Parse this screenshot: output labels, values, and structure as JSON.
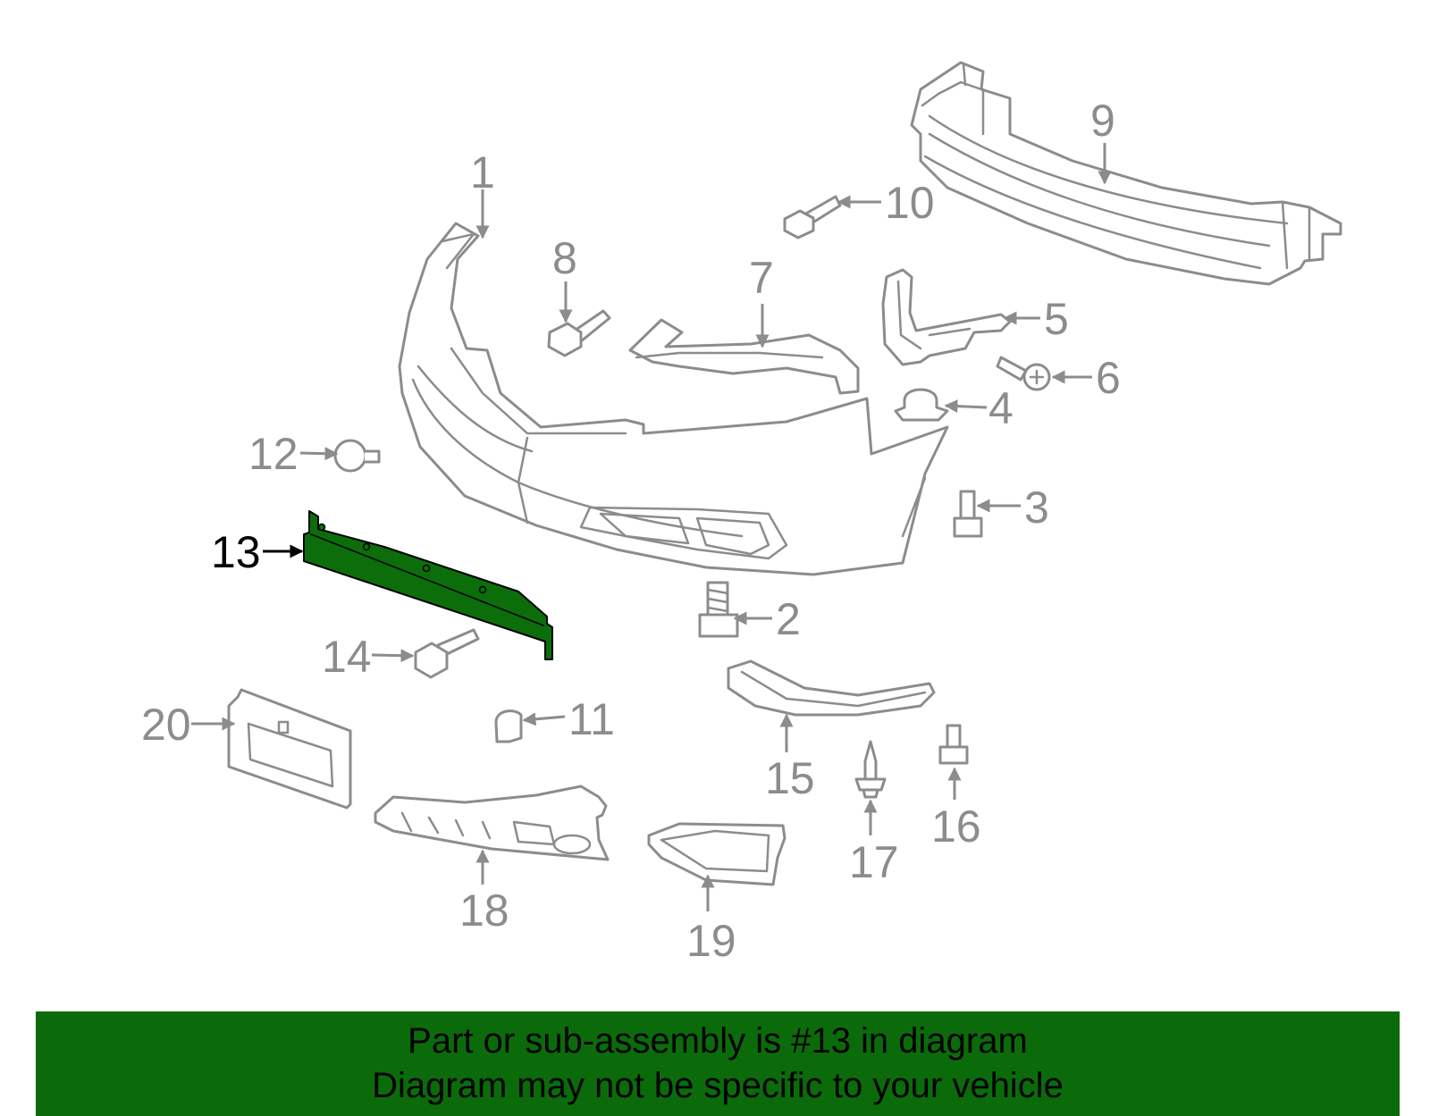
{
  "callouts": {
    "c1": "1",
    "c2": "2",
    "c3": "3",
    "c4": "4",
    "c5": "5",
    "c6": "6",
    "c7": "7",
    "c8": "8",
    "c9": "9",
    "c10": "10",
    "c11": "11",
    "c12": "12",
    "c13": "13",
    "c14": "14",
    "c15": "15",
    "c16": "16",
    "c17": "17",
    "c18": "18",
    "c19": "19",
    "c20": "20"
  },
  "highlighted_part": "13",
  "colors": {
    "highlight": "#0b6e0b",
    "banner": "#0b6b0b",
    "line_art": "#8c8c8c",
    "active_callout": "#000000"
  },
  "banner": {
    "line1": "Part or sub-assembly is #13 in diagram",
    "line2": "Diagram may not be specific to your vehicle"
  }
}
